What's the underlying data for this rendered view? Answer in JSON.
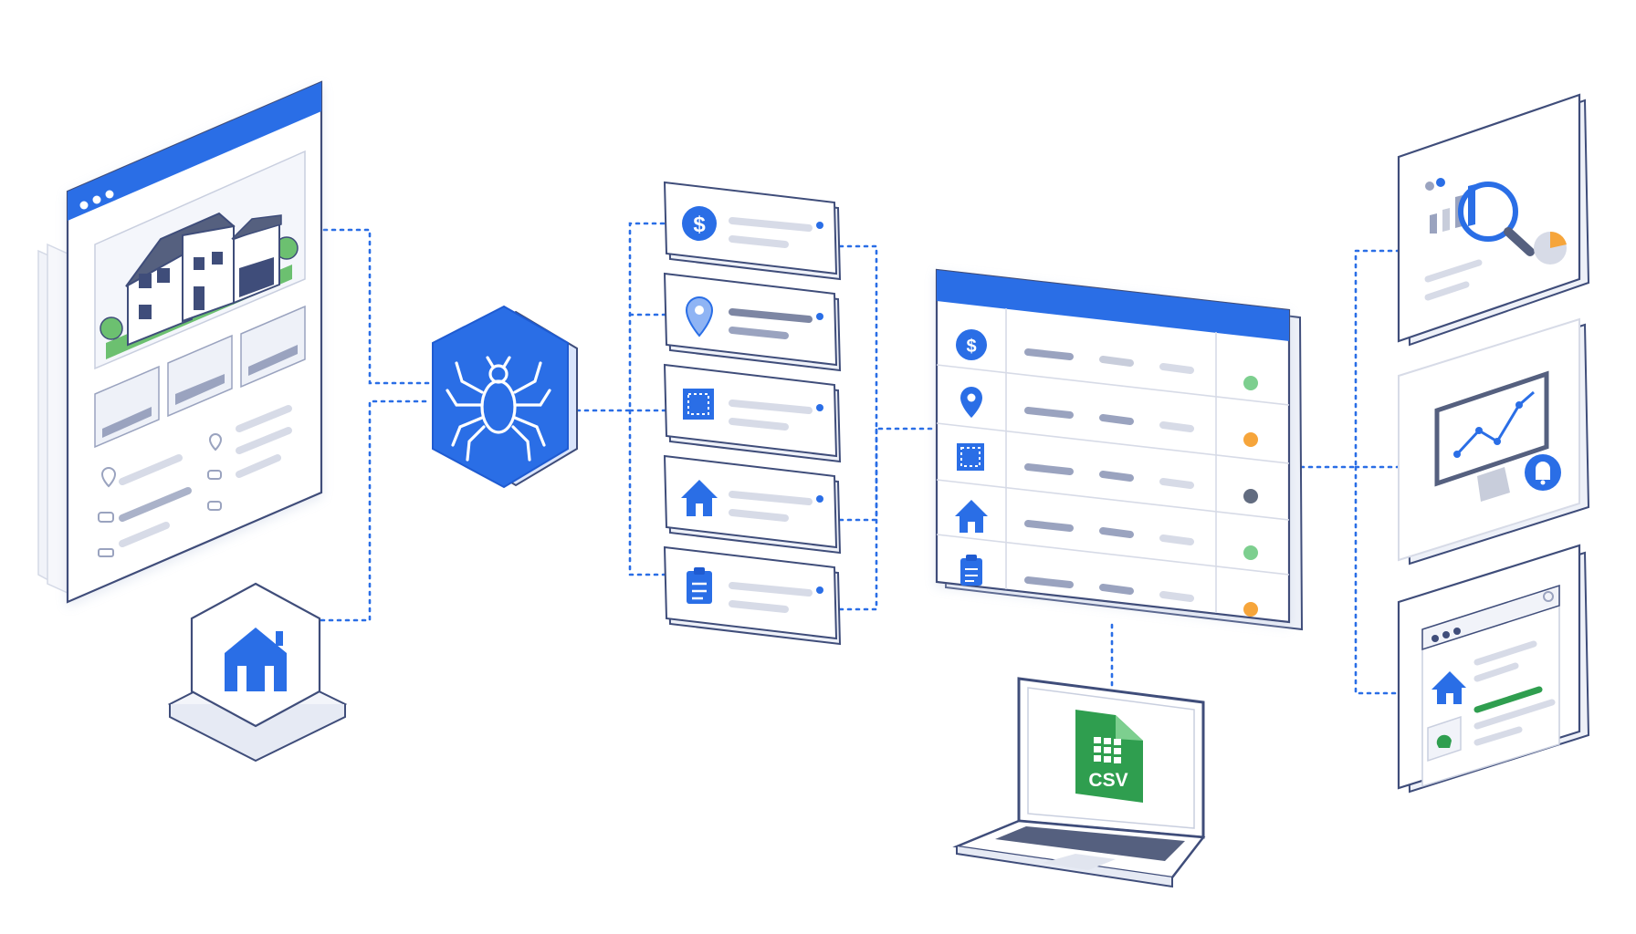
{
  "diagram": {
    "description_only_text": null,
    "colors": {
      "primary": "#2a6ee6",
      "primary_dark": "#1f5bd1",
      "outline": "#3f4d7a",
      "line_grey": "#9aa3bf",
      "light_grey": "#d7dbe7",
      "panel_bg": "#ffffff",
      "shadow": "#eef1f8",
      "green": "#2f9e4f",
      "dot_green": "#7dcf8f",
      "dot_orange": "#f6a53b",
      "dot_dark": "#626c80"
    },
    "icons": {
      "source_browser": "listing-browser-window",
      "source_house": "house-illustration",
      "home_hex": "real-estate-logo-icon",
      "crawler": "spider-icon",
      "field_price": "dollar-icon",
      "field_location": "map-pin-icon",
      "field_area": "floor-area-icon",
      "field_property": "house-icon",
      "field_details": "clipboard-icon",
      "output_table": "data-table",
      "csv_laptop": "laptop-icon",
      "analytics": "magnifier-chart-icon",
      "monitoring": "monitor-alert-icon",
      "listing_web": "search-results-browser-icon"
    },
    "csv_label": "CSV",
    "table_rows": [
      {
        "icon": "dollar-icon",
        "status": "green"
      },
      {
        "icon": "map-pin-icon",
        "status": "orange"
      },
      {
        "icon": "floor-area-icon",
        "status": "dark"
      },
      {
        "icon": "house-icon",
        "status": "green"
      },
      {
        "icon": "clipboard-icon",
        "status": "orange"
      }
    ]
  }
}
